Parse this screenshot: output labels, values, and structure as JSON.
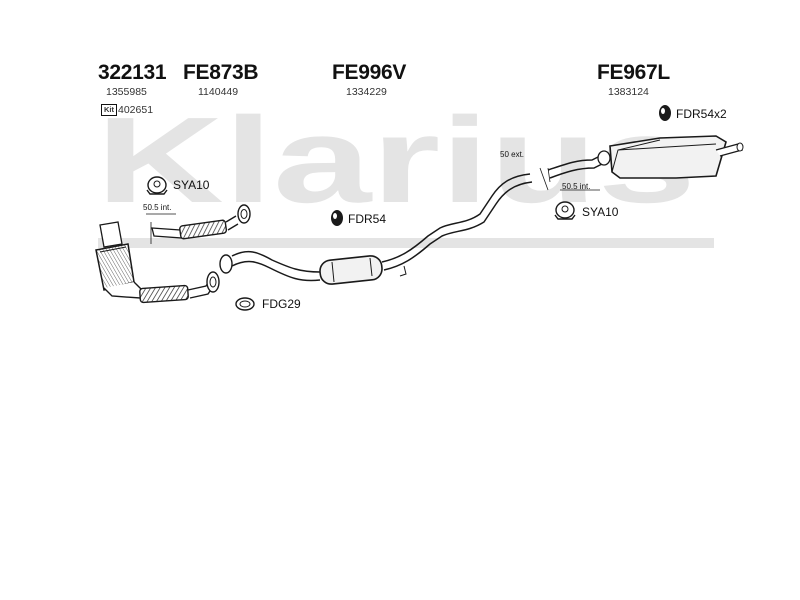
{
  "brand": {
    "watermark_text": "Klarius",
    "watermark_color": "#e4e4e4"
  },
  "components": [
    {
      "code": "322131",
      "oem": "1355985",
      "kit_label": "Kit",
      "kit_number": "402651"
    },
    {
      "code": "FE873B",
      "oem": "1140449"
    },
    {
      "code": "FE996V",
      "oem": "1334229"
    },
    {
      "code": "FE967L",
      "oem": "1383124"
    }
  ],
  "fittings": {
    "sya10_left": "SYA10",
    "fdr54": "FDR54",
    "fdg29": "FDG29",
    "fdr54x2": "FDR54x2",
    "sya10_right": "SYA10"
  },
  "dimensions": {
    "left_int": "50.5 int.",
    "rear_ext": "50 ext.",
    "rear_int": "50.5 int."
  },
  "colors": {
    "line": "#1a1a1a",
    "hatch": "#555555",
    "part_fill": "#f2f2f2"
  }
}
